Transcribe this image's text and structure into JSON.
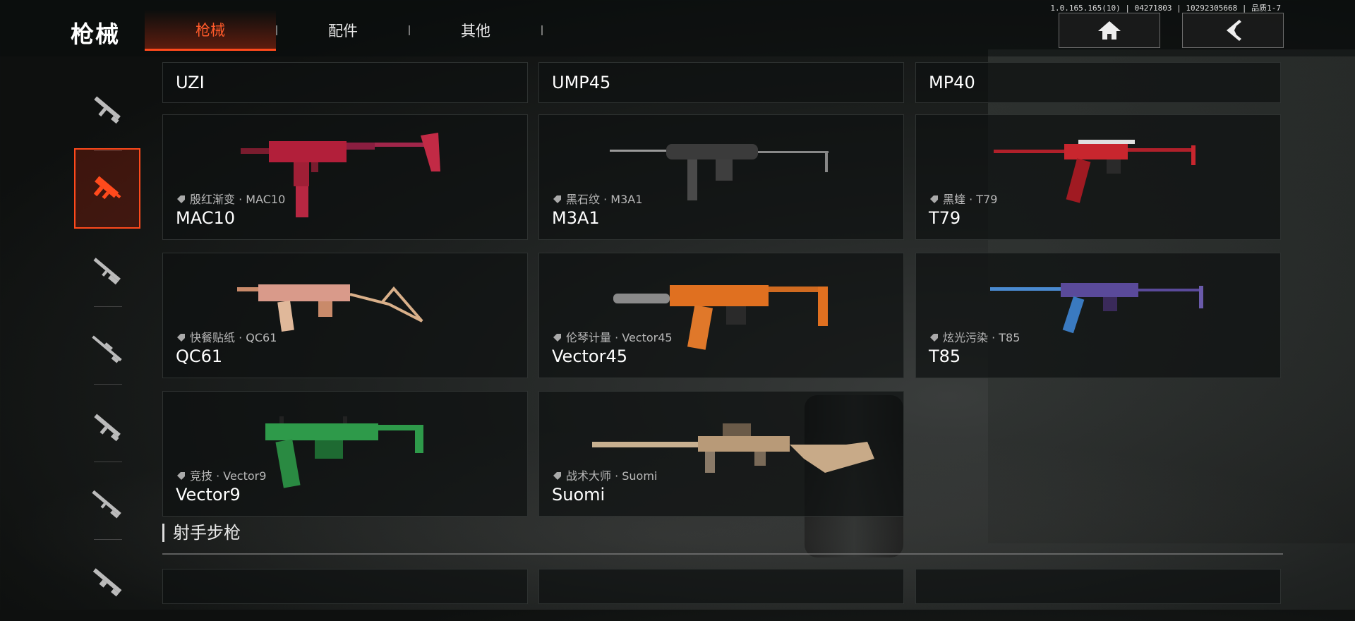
{
  "header": {
    "title": "枪械",
    "version": "1.0.165.165(10) | 04271803 | 10292305668 | 品质1-7",
    "tabs": [
      {
        "label": "枪械",
        "active": true
      },
      {
        "label": "配件",
        "active": false
      },
      {
        "label": "其他",
        "active": false
      }
    ],
    "home_icon": "home-icon",
    "back_icon": "chevron-left-icon"
  },
  "accent_color": "#ff4a1c",
  "rail": [
    "assault-rifle-icon",
    "smg-icon",
    "shotgun-icon",
    "sniper-icon",
    "rifle-icon",
    "marksman-icon",
    "lmg-icon"
  ],
  "weapons": [
    {
      "name": "UZI",
      "skin": ""
    },
    {
      "name": "UMP45",
      "skin": ""
    },
    {
      "name": "MP40",
      "skin": ""
    },
    {
      "name": "MAC10",
      "skin": "殷红渐变 · MAC10"
    },
    {
      "name": "M3A1",
      "skin": "黑石纹 · M3A1"
    },
    {
      "name": "T79",
      "skin": "黑蝰 · T79"
    },
    {
      "name": "QC61",
      "skin": "快餐贴纸 · QC61"
    },
    {
      "name": "Vector45",
      "skin": "伦琴计量 · Vector45"
    },
    {
      "name": "T85",
      "skin": "炫光污染 · T85"
    },
    {
      "name": "Vector9",
      "skin": "竞技 · Vector9"
    },
    {
      "name": "Suomi",
      "skin": "战术大师 · Suomi"
    }
  ],
  "section": {
    "title": "射手步枪"
  }
}
